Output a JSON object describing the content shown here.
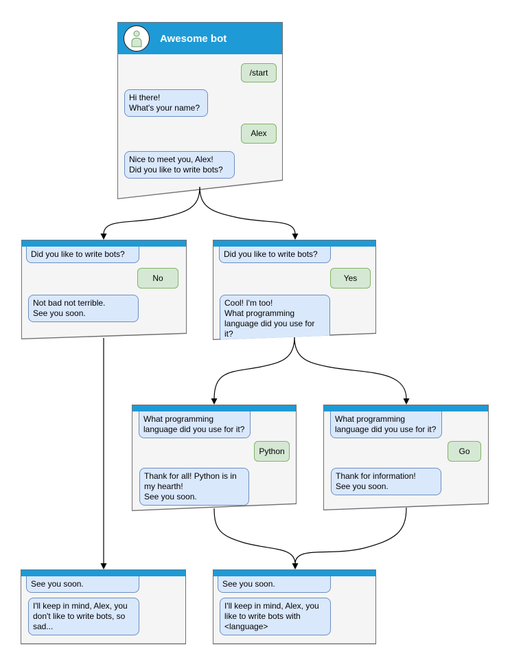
{
  "colors": {
    "header_blue": "#1E9AD6",
    "window_bg": "#F5F5F5",
    "window_border": "#707070",
    "bot_bubble_fill": "#DAE8FC",
    "bot_bubble_border": "#6C8EBF",
    "user_bubble_fill": "#D5E8D4",
    "user_bubble_border": "#82B366",
    "connector": "#000000",
    "title_text": "#FFFFFF"
  },
  "icons": {
    "avatar": "person-icon"
  },
  "windows": {
    "main": {
      "title": "Awesome bot",
      "messages": {
        "start_cmd": "/start",
        "greeting": "Hi there!\nWhat's your name?",
        "name_reply": "Alex",
        "question": "Nice to meet you, Alex!\nDid you like to write bots?"
      }
    },
    "branch_no": {
      "messages": {
        "question": "Did you like to write bots?",
        "reply": "No",
        "answer": "Not bad not terrible.\nSee you soon."
      }
    },
    "branch_yes": {
      "messages": {
        "question": "Did you like to write bots?",
        "reply": "Yes",
        "answer": "Cool! I'm too!\nWhat programming\nlanguage did you use for it?"
      }
    },
    "python": {
      "messages": {
        "question": "What programming\nlanguage did you use for it?",
        "reply": "Python",
        "answer": "Thank for all! Python is in\nmy hearth!\nSee you soon."
      }
    },
    "go": {
      "messages": {
        "question": "What programming\nlanguage did you use for it?",
        "reply": "Go",
        "answer": "Thank for information!\nSee you soon."
      }
    },
    "end_no": {
      "messages": {
        "question": "See you soon.",
        "answer": "I'll keep in mind, Alex, you\ndon't like to write bots, so\nsad..."
      }
    },
    "end_yes": {
      "messages": {
        "question": "See you soon.",
        "answer": "I'll keep in mind, Alex, you\nlike to write bots with\n<language>"
      }
    }
  }
}
